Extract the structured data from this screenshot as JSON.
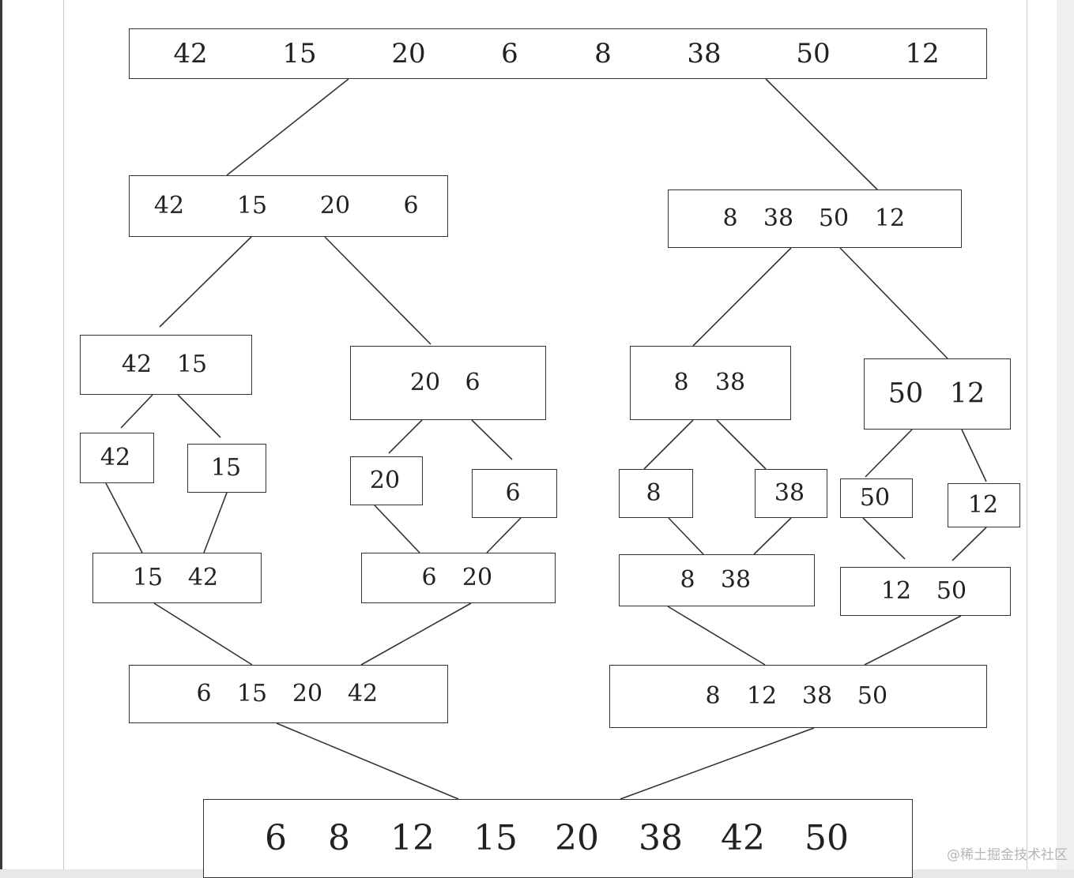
{
  "nodes": [
    {
      "id": "root",
      "values": [
        "42",
        "15",
        "20",
        "6",
        "8",
        "38",
        "50",
        "12"
      ]
    },
    {
      "id": "split-left-half",
      "values": [
        "42",
        "15",
        "20",
        "6"
      ]
    },
    {
      "id": "split-right-half",
      "values": [
        "8",
        "38",
        "50",
        "12"
      ]
    },
    {
      "id": "split-42-15",
      "values": [
        "42",
        "15"
      ]
    },
    {
      "id": "split-20-6",
      "values": [
        "20",
        "6"
      ]
    },
    {
      "id": "split-8-38",
      "values": [
        "8",
        "38"
      ]
    },
    {
      "id": "split-50-12",
      "values": [
        "50",
        "12"
      ]
    },
    {
      "id": "leaf-42",
      "values": [
        "42"
      ]
    },
    {
      "id": "leaf-15",
      "values": [
        "15"
      ]
    },
    {
      "id": "leaf-20",
      "values": [
        "20"
      ]
    },
    {
      "id": "leaf-6",
      "values": [
        "6"
      ]
    },
    {
      "id": "leaf-8",
      "values": [
        "8"
      ]
    },
    {
      "id": "leaf-38",
      "values": [
        "38"
      ]
    },
    {
      "id": "leaf-50",
      "values": [
        "50"
      ]
    },
    {
      "id": "leaf-12",
      "values": [
        "12"
      ]
    },
    {
      "id": "merge-15-42",
      "values": [
        "15",
        "42"
      ]
    },
    {
      "id": "merge-6-20",
      "values": [
        "6",
        "20"
      ]
    },
    {
      "id": "merge-8-38",
      "values": [
        "8",
        "38"
      ]
    },
    {
      "id": "merge-12-50",
      "values": [
        "12",
        "50"
      ]
    },
    {
      "id": "merge-left-half",
      "values": [
        "6",
        "15",
        "20",
        "42"
      ]
    },
    {
      "id": "merge-right-half",
      "values": [
        "8",
        "12",
        "38",
        "50"
      ]
    },
    {
      "id": "sorted-result",
      "values": [
        "6",
        "8",
        "12",
        "15",
        "20",
        "38",
        "42",
        "50"
      ]
    }
  ],
  "watermark": "@稀土掘金技术社区",
  "colors": {
    "line": "#333333",
    "text": "#222222",
    "box_fill": "#ffffff"
  }
}
